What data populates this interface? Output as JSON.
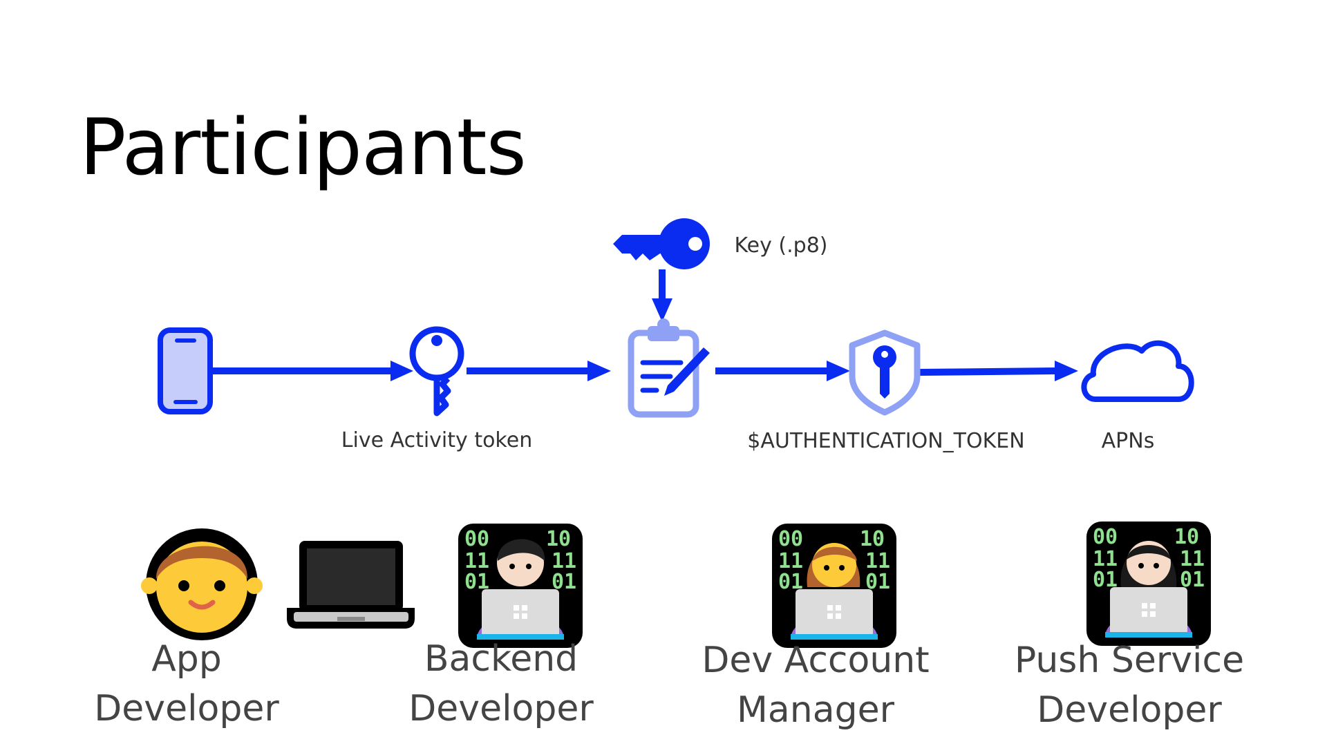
{
  "slide": {
    "title": "Participants"
  },
  "flow": {
    "key_label": "Key (.p8)",
    "token_label": "Live Activity token",
    "auth_label": "$AUTHENTICATION_TOKEN",
    "apns_label": "APNs",
    "icons": [
      "phone-icon",
      "key-icon",
      "key-large-icon",
      "clipboard-signing-icon",
      "shield-key-icon",
      "cloud-icon"
    ],
    "accent_color": "#0a2cf0",
    "light_fill": "#c6cdfb",
    "soft_color": "#8fa1f5"
  },
  "participants": [
    {
      "line1": "App",
      "line2": "Developer",
      "icon": "man-face-icon"
    },
    {
      "line1": "Backend",
      "line2": "Developer",
      "icon": "technologist-man-icon"
    },
    {
      "line1": "Dev Account",
      "line2": "Manager",
      "icon": "technologist-woman-icon"
    },
    {
      "line1": "Push Service",
      "line2": "Developer",
      "icon": "technologist-icon"
    }
  ],
  "extra_icons": [
    "laptop-icon"
  ]
}
